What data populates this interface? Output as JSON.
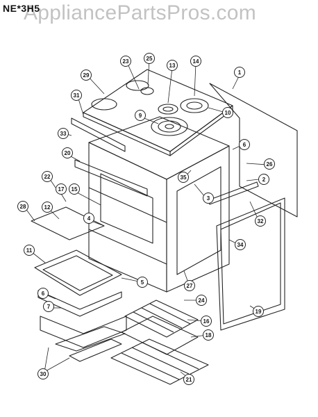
{
  "header": {
    "model": "NE*3H5",
    "watermark": "AppliancePartsPros.com"
  },
  "callouts": [
    {
      "id": "1",
      "label": "1"
    },
    {
      "id": "2",
      "label": "2"
    },
    {
      "id": "3",
      "label": "3"
    },
    {
      "id": "4",
      "label": "4"
    },
    {
      "id": "5",
      "label": "5"
    },
    {
      "id": "6a",
      "label": "6"
    },
    {
      "id": "6b",
      "label": "6"
    },
    {
      "id": "7",
      "label": "7"
    },
    {
      "id": "9",
      "label": "9"
    },
    {
      "id": "10",
      "label": "10"
    },
    {
      "id": "11",
      "label": "11"
    },
    {
      "id": "12",
      "label": "12"
    },
    {
      "id": "13",
      "label": "13"
    },
    {
      "id": "14",
      "label": "14"
    },
    {
      "id": "15",
      "label": "15"
    },
    {
      "id": "16",
      "label": "16"
    },
    {
      "id": "17",
      "label": "17"
    },
    {
      "id": "18",
      "label": "18"
    },
    {
      "id": "19",
      "label": "19"
    },
    {
      "id": "20",
      "label": "20"
    },
    {
      "id": "21",
      "label": "21"
    },
    {
      "id": "22",
      "label": "22"
    },
    {
      "id": "23",
      "label": "23"
    },
    {
      "id": "24",
      "label": "24"
    },
    {
      "id": "25",
      "label": "25"
    },
    {
      "id": "26",
      "label": "26"
    },
    {
      "id": "27",
      "label": "27"
    },
    {
      "id": "28",
      "label": "28"
    },
    {
      "id": "29",
      "label": "29"
    },
    {
      "id": "30",
      "label": "30"
    },
    {
      "id": "31",
      "label": "31"
    },
    {
      "id": "32",
      "label": "32"
    },
    {
      "id": "33",
      "label": "33"
    },
    {
      "id": "34",
      "label": "34"
    },
    {
      "id": "35",
      "label": "35"
    }
  ]
}
